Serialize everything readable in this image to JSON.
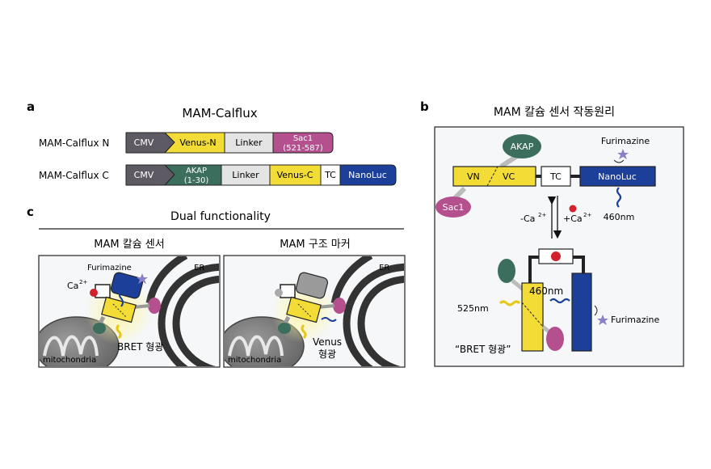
{
  "panel_a": {
    "letter": "a",
    "title": "MAM-Calflux",
    "construct_n": {
      "name": "MAM-Calflux N",
      "promoter": "CMV",
      "segments": [
        "Venus-N",
        "Linker"
      ],
      "sac1_name": "Sac1",
      "sac1_range": "(521-587)"
    },
    "construct_c": {
      "name": "MAM-Calflux C",
      "promoter": "CMV",
      "akap_name": "AKAP",
      "akap_range": "(1-30)",
      "segments": [
        "Linker",
        "Venus-C",
        "TC",
        "NanoLuc"
      ]
    }
  },
  "panel_b": {
    "letter": "b",
    "title": "MAM 칼슘 센서 작동원리",
    "akap": "AKAP",
    "vn": "VN",
    "vc": "VC",
    "tc": "TC",
    "nanoluc": "NanoLuc",
    "sac1": "Sac1",
    "furimazine_top": "Furimazine",
    "emission_460": "460nm",
    "minus_ca": "-Ca",
    "plus_ca": "+Ca",
    "ca_charge": "2+",
    "emission_460_bottom": "460nm",
    "emission_525": "525nm",
    "furimazine_bottom": "Furimazine",
    "bret_label": "“BRET 형광”"
  },
  "panel_c": {
    "letter": "c",
    "title": "Dual functionality",
    "left_heading": "MAM 칼슘 센서",
    "right_heading": "MAM 구조 마커",
    "er": "ER",
    "mitochondria": "mitochondria",
    "furimazine": "Furimazine",
    "ca": "Ca",
    "ca_charge": "2+",
    "bret": "BRET 형광",
    "venus": "Venus",
    "venus_fluor": "형광"
  },
  "colors": {
    "cmv": "#5e5a63",
    "venus": "#f2dc35",
    "linker": "#e4e4e4",
    "sac1": "#b4508e",
    "akap": "#3c6e5e",
    "nanoluc": "#1c3f9a",
    "tc": "#ffffff",
    "panel_bg": "#f5f7f9",
    "calcium": "#d4202c",
    "furimazine": "#8a80c8"
  }
}
